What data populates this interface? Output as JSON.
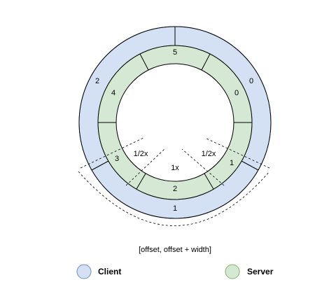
{
  "colors": {
    "client_fill": "#d4e1f5",
    "client_stroke": "#6b8ebf",
    "server_fill": "#d5e8d4",
    "server_stroke": "#82b366",
    "line": "#000000"
  },
  "outer_ring": {
    "labels": [
      "2",
      "0",
      "1"
    ]
  },
  "inner_ring": {
    "labels": [
      "5",
      "4",
      "0",
      "3",
      "2",
      "1"
    ]
  },
  "annotations": {
    "half_left": "1/2x",
    "half_right": "1/2x",
    "full": "1x",
    "range": "[offset, offset + width]"
  },
  "legend": {
    "client": "Client",
    "server": "Server"
  }
}
